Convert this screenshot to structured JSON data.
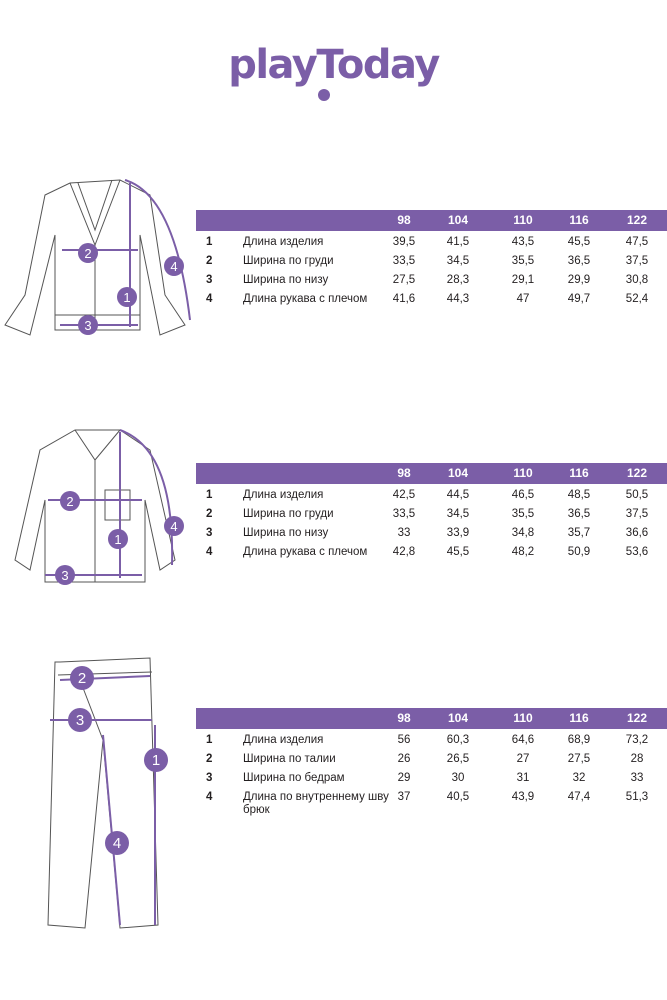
{
  "logo": "playToday",
  "sizes": [
    "98",
    "104",
    "110",
    "116",
    "122"
  ],
  "tables": [
    {
      "name": "cardigan",
      "rows": [
        {
          "num": "1",
          "label": "Длина изделия",
          "values": [
            "39,5",
            "41,5",
            "43,5",
            "45,5",
            "47,5"
          ]
        },
        {
          "num": "2",
          "label": "Ширина по груди",
          "values": [
            "33,5",
            "34,5",
            "35,5",
            "36,5",
            "37,5"
          ]
        },
        {
          "num": "3",
          "label": "Ширина по низу",
          "values": [
            "27,5",
            "28,3",
            "29,1",
            "29,9",
            "30,8"
          ]
        },
        {
          "num": "4",
          "label": "Длина рукава с плечом",
          "values": [
            "41,6",
            "44,3",
            "47",
            "49,7",
            "52,4"
          ]
        }
      ]
    },
    {
      "name": "shirt",
      "rows": [
        {
          "num": "1",
          "label": "Длина изделия",
          "values": [
            "42,5",
            "44,5",
            "46,5",
            "48,5",
            "50,5"
          ]
        },
        {
          "num": "2",
          "label": "Ширина по груди",
          "values": [
            "33,5",
            "34,5",
            "35,5",
            "36,5",
            "37,5"
          ]
        },
        {
          "num": "3",
          "label": "Ширина по низу",
          "values": [
            "33",
            "33,9",
            "34,8",
            "35,7",
            "36,6"
          ]
        },
        {
          "num": "4",
          "label": "Длина рукава с плечом",
          "values": [
            "42,8",
            "45,5",
            "48,2",
            "50,9",
            "53,6"
          ]
        }
      ]
    },
    {
      "name": "trousers",
      "rows": [
        {
          "num": "1",
          "label": "Длина изделия",
          "values": [
            "56",
            "60,3",
            "64,6",
            "68,9",
            "73,2"
          ]
        },
        {
          "num": "2",
          "label": "Ширина по талии",
          "values": [
            "26",
            "26,5",
            "27",
            "27,5",
            "28"
          ]
        },
        {
          "num": "3",
          "label": "Ширина по бедрам",
          "values": [
            "29",
            "30",
            "31",
            "32",
            "33"
          ]
        },
        {
          "num": "4",
          "label": "Длина по внутреннему шву брюк",
          "values": [
            "37",
            "40,5",
            "43,9",
            "47,4",
            "51,3"
          ]
        }
      ]
    }
  ],
  "markers": [
    "1",
    "2",
    "3",
    "4"
  ],
  "colors": {
    "accent": "#7b5ea7",
    "text": "#231f20"
  }
}
